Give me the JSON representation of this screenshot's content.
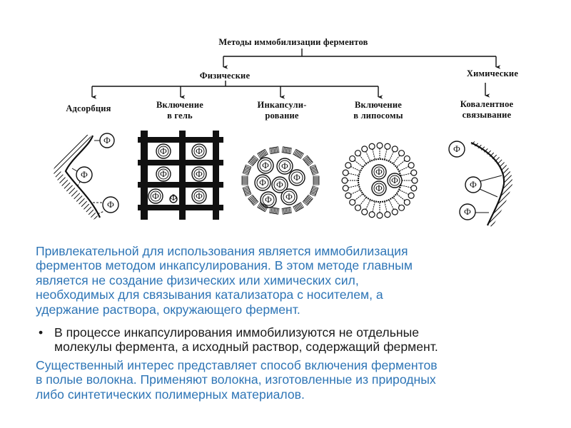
{
  "diagram": {
    "root": "Методы иммобилизации ферментов",
    "branches": {
      "physical": "Физические",
      "chemical": "Химические"
    },
    "methods": {
      "adsorption": [
        "Адсорбция"
      ],
      "gel": [
        "Включение",
        "в гель"
      ],
      "encapsulation": [
        "Инкапсули-",
        "рование"
      ],
      "liposomes": [
        "Включение",
        "в липосомы"
      ],
      "covalent": [
        "Ковалентное",
        "связывание"
      ]
    },
    "enzyme_symbol": "Ф"
  },
  "text": {
    "paragraph1": [
      "Привлекательной для использования является иммобилизация",
      "ферментов методом инкапсулирования. В этом методе главным",
      "является не создание физических или химических сил,",
      "необходимых для связывания катализатора с носителем, а",
      "удержание раствора, окружающего фермент."
    ],
    "bullet_marker": "•",
    "bullet": [
      "В процессе инкапсулирования иммобилизуются не отдельные",
      "молекулы фермента, а исходный раствор, содержащий фермент."
    ],
    "paragraph2": [
      "Существенный интерес представляет способ включения ферментов",
      "в полые волокна. Применяют волокна, изготовленные из природных",
      "либо синтетических полимерных материалов."
    ]
  },
  "colors": {
    "accent_text": "#2E75B6",
    "bullet_text": "#1a1a1a",
    "diagram_ink": "#111111"
  }
}
